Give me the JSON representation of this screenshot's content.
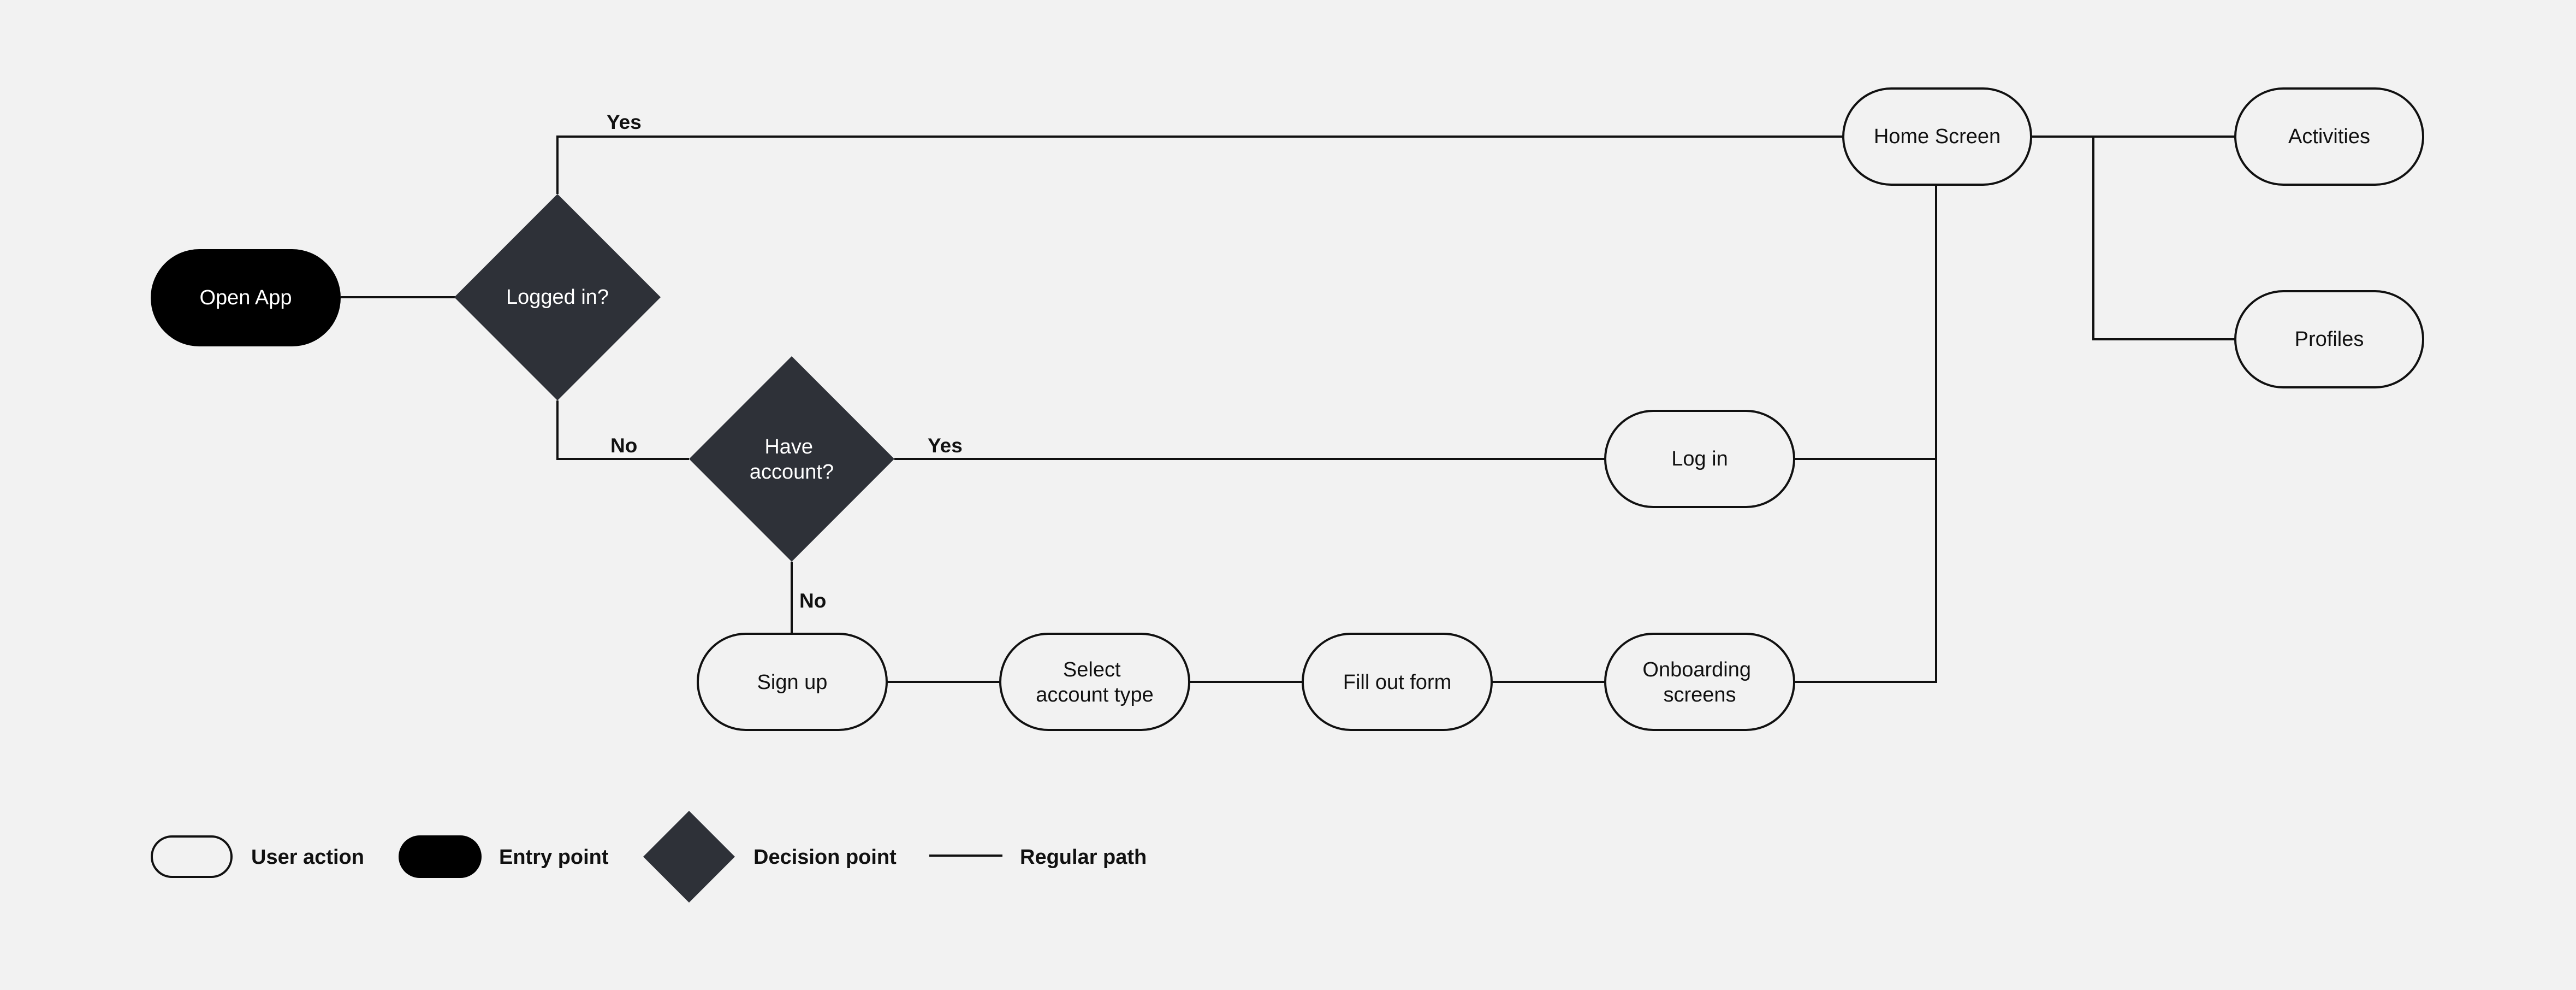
{
  "nodes": {
    "open_app": "Open App",
    "logged_in": "Logged in?",
    "have_account": [
      "Have",
      "account?"
    ],
    "home_screen": "Home Screen",
    "activities": "Activities",
    "profiles": "Profiles",
    "log_in": "Log in",
    "sign_up": "Sign up",
    "select_account_type": [
      "Select",
      "account type"
    ],
    "fill_out_form": "Fill out form",
    "onboarding_screens": [
      "Onboarding",
      "screens"
    ]
  },
  "edges": {
    "logged_in_yes": "Yes",
    "logged_in_no": "No",
    "have_account_yes": "Yes",
    "have_account_no": "No"
  },
  "legend": {
    "user_action": "User action",
    "entry_point": "Entry point",
    "decision_point": "Decision point",
    "regular_path": "Regular path"
  },
  "colors": {
    "background": "#f2f2f2",
    "entry_fill": "#000000",
    "decision_fill": "#2e3138",
    "line": "#111111"
  }
}
